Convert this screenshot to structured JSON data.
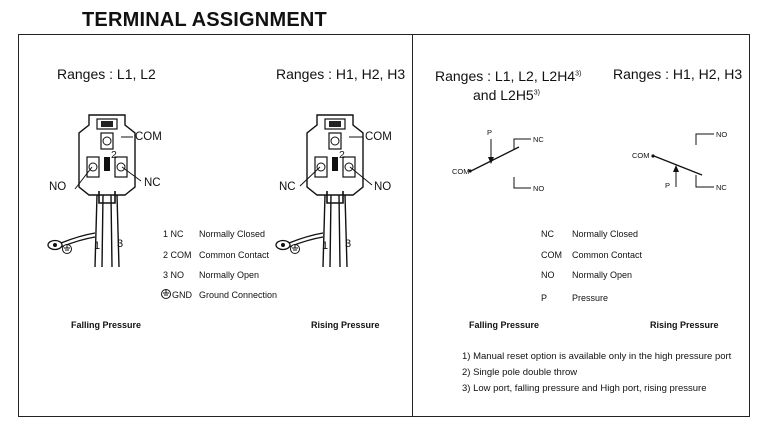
{
  "title": "TERMINAL ASSIGNMENT",
  "left_panel": {
    "range_left": "Ranges : L1, L2",
    "range_right": "Ranges : H1, H2, H3",
    "labels_left": {
      "com": "COM",
      "no": "NO",
      "nc": "NC",
      "n2": "2",
      "n1": "1",
      "n3": "3"
    },
    "labels_right": {
      "com": "COM",
      "no": "NO",
      "nc": "NC",
      "n2": "2",
      "n1": "1",
      "n3": "3"
    },
    "legend": [
      {
        "code": "1  NC",
        "desc": "Normally Closed"
      },
      {
        "code": "2  COM",
        "desc": "Common Contact"
      },
      {
        "code": "3  NO",
        "desc": "Normally Open"
      },
      {
        "code": "GND",
        "desc": "Ground Connection"
      }
    ],
    "caption_left": "Falling Pressure",
    "caption_right": "Rising Pressure"
  },
  "right_panel": {
    "range_left_a": "Ranges : L1, L2, L2H4",
    "range_left_a_sup": "3)",
    "range_left_b": "and L2H5",
    "range_left_b_sup": "3)",
    "range_right": "Ranges : H1, H2, H3",
    "switch_left": {
      "p": "P",
      "nc": "NC",
      "com": "COM",
      "no": "NO"
    },
    "switch_right": {
      "com": "COM",
      "no": "NO",
      "p": "P",
      "nc": "NC"
    },
    "legend": [
      {
        "code": "NC",
        "desc": "Normally Closed"
      },
      {
        "code": "COM",
        "desc": "Common Contact"
      },
      {
        "code": "NO",
        "desc": "Normally Open"
      },
      {
        "code": "P",
        "desc": "Pressure"
      }
    ],
    "caption_left": "Falling Pressure",
    "caption_right": "Rising Pressure",
    "notes": [
      "1)  Manual reset option is available only in the high pressure port",
      "2)  Single pole double throw",
      "3)  Low port, falling pressure and High port, rising pressure"
    ]
  }
}
